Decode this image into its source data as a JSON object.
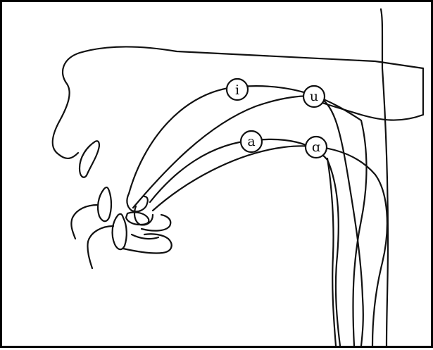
{
  "diagram": {
    "vowel_labels": [
      {
        "id": "i",
        "text": "i"
      },
      {
        "id": "u",
        "text": "u"
      },
      {
        "id": "a",
        "text": "a"
      },
      {
        "id": "ɑ",
        "text": "ɑ"
      }
    ]
  }
}
